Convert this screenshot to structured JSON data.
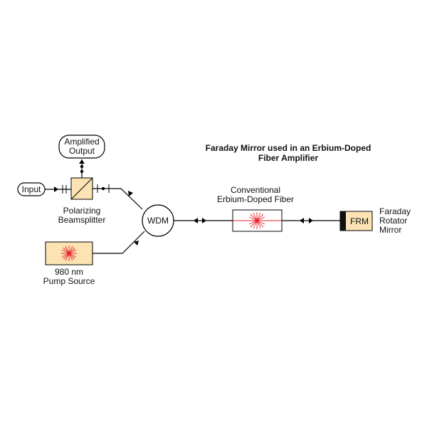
{
  "title_lines": [
    "Faraday Mirror used in an Erbium-Doped",
    "Fiber Amplifier"
  ],
  "components": {
    "input": {
      "label": "Input"
    },
    "amplified_output": {
      "lines": [
        "Amplified",
        "Output"
      ]
    },
    "polarizing_beamsplitter": {
      "lines": [
        "Polarizing",
        "Beamsplitter"
      ]
    },
    "pump_source": {
      "lines": [
        "980 nm",
        "Pump Source"
      ]
    },
    "wdm": {
      "label": "WDM"
    },
    "erbium_fiber": {
      "lines": [
        "Conventional",
        "Erbium-Doped Fiber"
      ]
    },
    "frm": {
      "label": "FRM"
    },
    "faraday_mirror": {
      "lines": [
        "Faraday",
        "Rotator",
        "Mirror"
      ]
    }
  },
  "colors": {
    "box_fill": "#fbe3b4",
    "laser_burst": "#e8202a",
    "line": "#000000",
    "frm_block": "#111111"
  }
}
